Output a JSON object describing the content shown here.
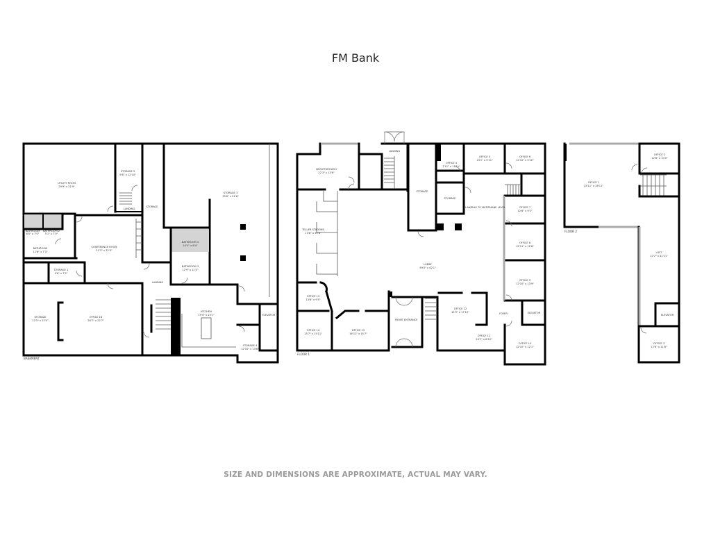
{
  "title": "FM Bank",
  "footer": "SIZE AND DIMENSIONS ARE APPROXIMATE, ACTUAL MAY VARY.",
  "floors": {
    "basement": {
      "label": "BASEMENT",
      "rooms": [
        {
          "name": "UTILITY ROOM",
          "dims": "29'9\" x 21'9\""
        },
        {
          "name": "STORAGE 2",
          "dims": "9'8\" x 12'10\""
        },
        {
          "name": "LANDING",
          "dims": ""
        },
        {
          "name": "BATHROOM",
          "dims": "6'0\" x 7'0\""
        },
        {
          "name": "BATHROOM 2",
          "dims": "5'1\" x 7'0\""
        },
        {
          "name": "BATHROOM",
          "dims": "12'6\" x 7'3\""
        },
        {
          "name": "STORAGE 1",
          "dims": "9'6\" x 7'2\""
        },
        {
          "name": "CONFERENCE ROOM",
          "dims": "21'3\" x 22'3\""
        },
        {
          "name": "STORAGE",
          "dims": "12'5\" x 22'4\""
        },
        {
          "name": "OFFICE 16",
          "dims": "26'7\" x 22'7\""
        },
        {
          "name": "STORAGE",
          "dims": ""
        },
        {
          "name": "STORAGE 3",
          "dims": "35'6\" x 51'8\""
        },
        {
          "name": "BATHROOM 4",
          "dims": "14'4\" x 6'4\""
        },
        {
          "name": "BATHROOM 3",
          "dims": "12'9\" x 11'3\""
        },
        {
          "name": "LANDING",
          "dims": ""
        },
        {
          "name": "KITCHEN",
          "dims": "19'4\" x 23'1\""
        },
        {
          "name": "ELEVATOR",
          "dims": ""
        },
        {
          "name": "STORAGE 4",
          "dims": "12'10\" x 13'6\""
        }
      ]
    },
    "floor1": {
      "label": "FLOOR 1",
      "rooms": [
        {
          "name": "DRIVETHROUGH",
          "dims": "22'3\" x 13'6\""
        },
        {
          "name": "LANDING",
          "dims": ""
        },
        {
          "name": "TELLER STATIONS",
          "dims": "13'8\" x 39'8\""
        },
        {
          "name": "STORAGE",
          "dims": ""
        },
        {
          "name": "OFFICE 4",
          "dims": "7'12\" x 11'11\""
        },
        {
          "name": "OFFICE 5",
          "dims": "13'1\" x 9'11\""
        },
        {
          "name": "OFFICE 6",
          "dims": "12'10\" x 9'12\""
        },
        {
          "name": "STORAGE",
          "dims": ""
        },
        {
          "name": "LANDING TO MEZZANINE LEVEL",
          "dims": ""
        },
        {
          "name": "OFFICE 7",
          "dims": "12'6\" x 9'2\""
        },
        {
          "name": "OFFICE 8",
          "dims": "12'11\" x 12'6\""
        },
        {
          "name": "LOBBY",
          "dims": "59'0\" x 42'1\""
        },
        {
          "name": "OFFICE 9",
          "dims": "12'10\" x 13'9\""
        },
        {
          "name": "OFFICE 13",
          "dims": "13'6\" x 9'5\""
        },
        {
          "name": "FRONT ENTRANCE",
          "dims": ""
        },
        {
          "name": "OFFICE 12",
          "dims": "15'9\" x 17'10\""
        },
        {
          "name": "FOYER",
          "dims": ""
        },
        {
          "name": "ELEVATOR",
          "dims": ""
        },
        {
          "name": "OFFICE 14",
          "dims": "13'7\" x 15'11\""
        },
        {
          "name": "OFFICE 15",
          "dims": "16'12\" x 15'7\""
        },
        {
          "name": "OFFICE 11",
          "dims": "10'7\" x 8'10\""
        },
        {
          "name": "OFFICE 10",
          "dims": "12'10\" x 12'1\""
        }
      ]
    },
    "floor2": {
      "label": "FLOOR 2",
      "rooms": [
        {
          "name": "OFFICE 1",
          "dims": "23'11\" x 28'11\""
        },
        {
          "name": "OFFICE 2",
          "dims": "12'8\" x 10'0\""
        },
        {
          "name": "LOFT",
          "dims": "12'7\" x 41'11\""
        },
        {
          "name": "ELEVATOR",
          "dims": ""
        },
        {
          "name": "OFFICE 3",
          "dims": "12'6\" x 11'8\""
        }
      ]
    }
  }
}
